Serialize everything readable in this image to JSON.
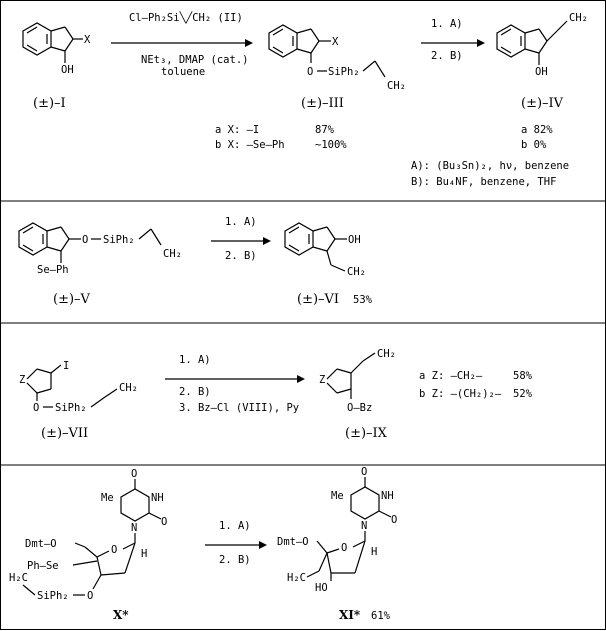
{
  "scheme1": {
    "reagent_top": "Cl–Ph₂Si╲╱CH₂ (II)",
    "reagent_bottom_1": "NEt₃, DMAP (cat.)",
    "reagent_bottom_2": "toluene",
    "compound_I": "(±)–I",
    "compound_III": "(±)–III",
    "compound_IV": "(±)–IV",
    "step1": "1. A)",
    "step2": "2. B)",
    "yield_a_label": "a X: —I",
    "yield_a_value": "87%",
    "yield_b_label": "b X: —Se—Ph",
    "yield_b_value": "~100%",
    "iv_a": "a 82%",
    "iv_b": "b 0%",
    "cond_A": "A): (Bu₃Sn)₂, hν, benzene",
    "cond_B": "B): Bu₄NF, benzene, THF"
  },
  "scheme2": {
    "compound_V": "(±)–V",
    "compound_VI": "(±)–VI",
    "vi_yield": "53%",
    "step1": "1. A)",
    "step2": "2. B)"
  },
  "scheme3": {
    "compound_VII": "(±)–VII",
    "compound_IX": "(±)–IX",
    "step1": "1. A)",
    "step2": "2. B)",
    "step3": "3. Bz—Cl (VIII), Py",
    "a_label": "a Z: —CH₂—",
    "a_value": "58%",
    "b_label": "b Z: —(CH₂)₂—",
    "b_value": "52%"
  },
  "scheme4": {
    "compound_X": "X*",
    "compound_XI": "XI*",
    "xi_yield": "61%",
    "step1": "1. A)",
    "step2": "2. B)"
  },
  "atoms": {
    "X": "X",
    "OH": "OH",
    "O": "O",
    "SiPh2": "SiPh₂",
    "CH2": "CH₂",
    "SePh": "Se—Ph",
    "Z": "Z",
    "I": "I",
    "OBz": "O—Bz",
    "Me": "Me",
    "N": "N",
    "NH": "NH",
    "Dmt": "Dmt—O",
    "PhSe": "Ph—Se",
    "H": "H",
    "HO": "HO",
    "H2C": "H₂C"
  }
}
